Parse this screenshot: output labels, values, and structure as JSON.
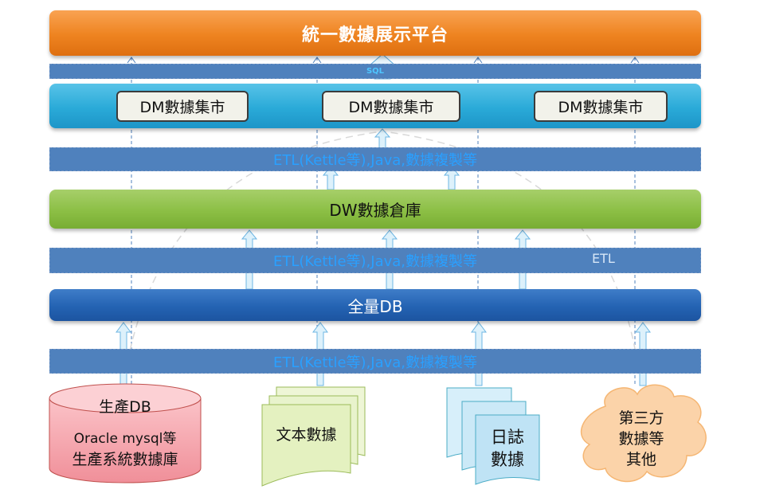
{
  "title": "統一數據展示平台",
  "sql_label": "SQL",
  "dm_marts": [
    "DM數據集市",
    "DM數據集市",
    "DM數據集市"
  ],
  "etl_label": "ETL(Kettle等),Java,數據複製等",
  "dw_label": "DW數據倉庫",
  "etl_side_label": "ETL",
  "db_label": "全量DB",
  "sources": {
    "production_db": {
      "title": "生產DB",
      "line1": "Oracle mysql等",
      "line2": "生產系統數據庫"
    },
    "text_data": {
      "label": "文本數據"
    },
    "log_data": {
      "line1": "日誌",
      "line2": "數據"
    },
    "third_party": {
      "line1": "第三方",
      "line2": "數據等",
      "line3": "其他"
    }
  },
  "colors": {
    "top": "#ee8320",
    "dm": "#2aaad8",
    "dw": "#8cbf45",
    "db": "#2463b3",
    "etl": "#4f81bd",
    "etl_text": "#2aa0ff",
    "cylinder": "#f6a3ac",
    "text_doc": "#e4f1c0",
    "log_doc": "#bfe3f5",
    "cloud": "#fbd3a9"
  }
}
